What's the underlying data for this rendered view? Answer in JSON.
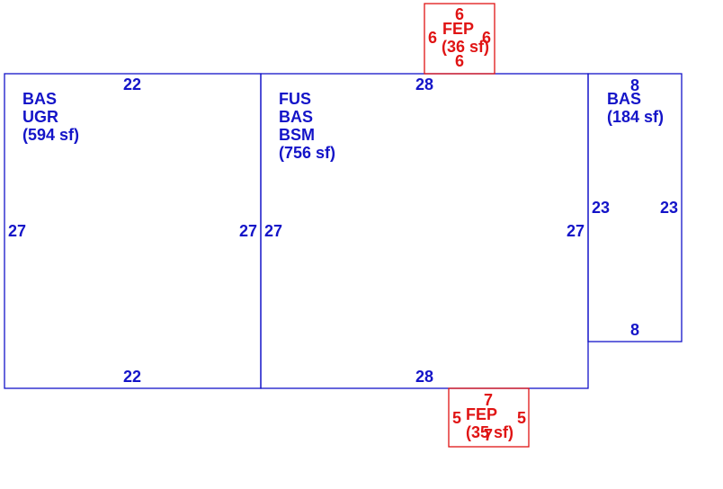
{
  "areas": [
    {
      "id": "left",
      "lines": [
        "BAS",
        "UGR",
        "(594 sf)"
      ],
      "dims": {
        "top": "22",
        "bottom": "22",
        "left": "27",
        "right": "27"
      },
      "color": "#1414c8"
    },
    {
      "id": "center",
      "lines": [
        "FUS",
        "BAS",
        "BSM",
        "(756 sf)"
      ],
      "dims": {
        "top": "28",
        "bottom": "28",
        "left": "27",
        "right": "27"
      },
      "color": "#1414c8"
    },
    {
      "id": "right",
      "lines": [
        "BAS",
        "(184 sf)"
      ],
      "dims": {
        "top": "8",
        "bottom": "8",
        "left": "23",
        "right": "23"
      },
      "color": "#1414c8"
    },
    {
      "id": "porch_top",
      "lines": [
        "FEP",
        "(36 sf)"
      ],
      "dims": {
        "top": "6",
        "bottom": "6",
        "left": "6",
        "right": "6"
      },
      "color": "#e01414"
    },
    {
      "id": "porch_bottom",
      "lines": [
        "FEP",
        "(35 sf)"
      ],
      "dims": {
        "top": "7",
        "bottom": "7",
        "left": "5",
        "right": "5"
      },
      "color": "#e01414"
    }
  ]
}
